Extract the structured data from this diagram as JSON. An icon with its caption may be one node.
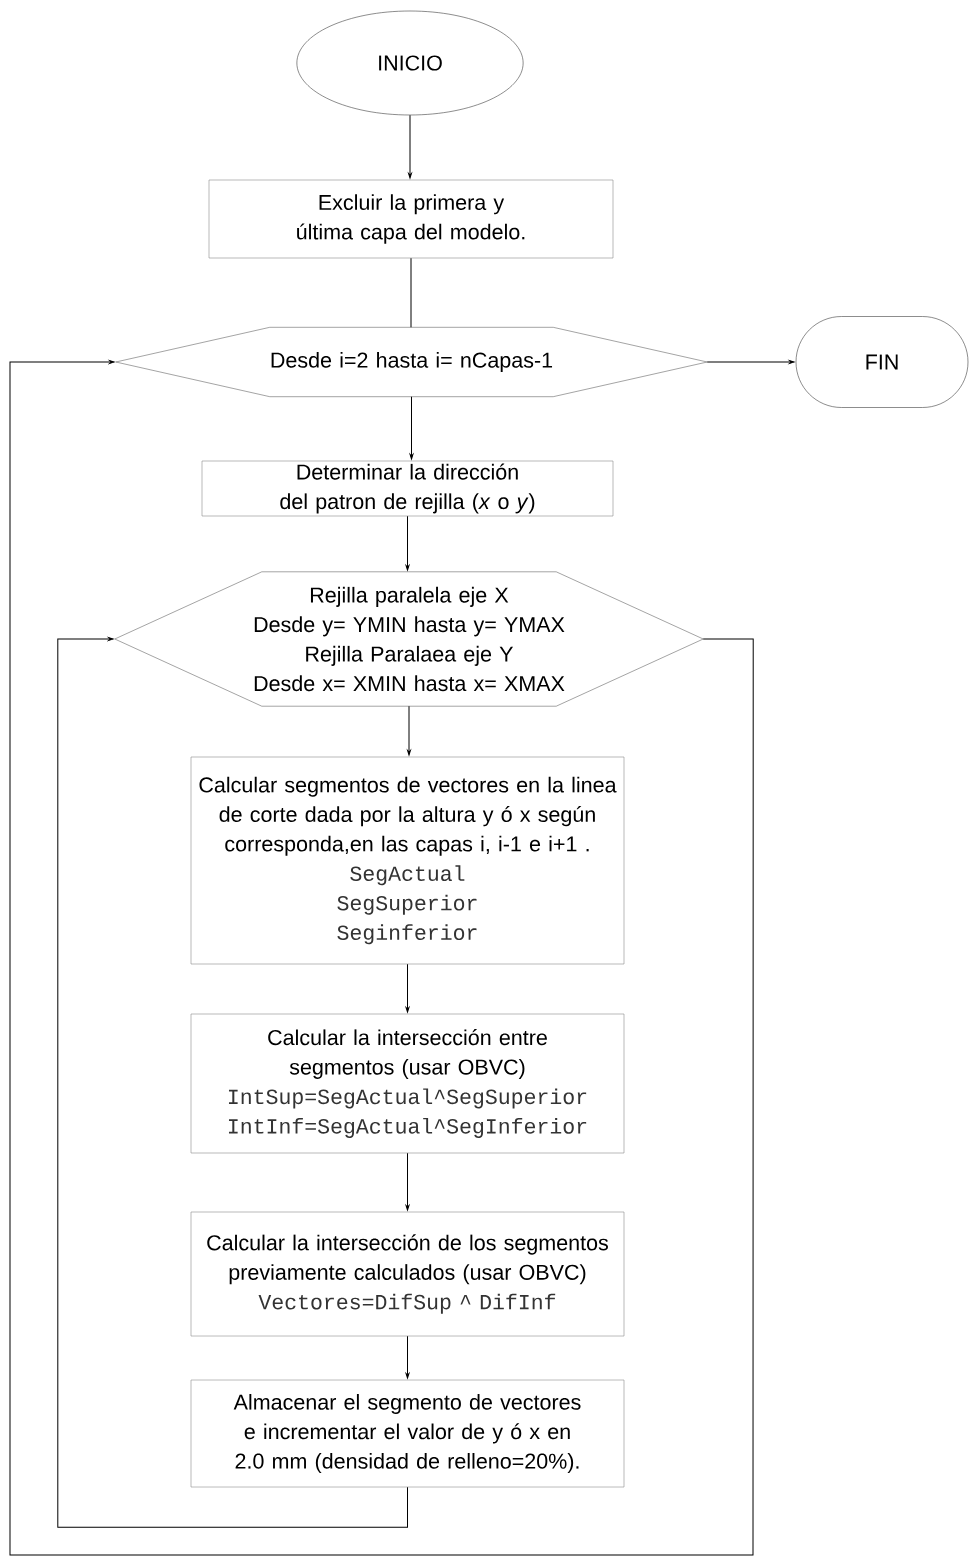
{
  "diagram": {
    "nodes": [
      {
        "text": [
          "INICIO"
        ]
      },
      {
        "text": [
          "Excluir la primera y última capa del modelo."
        ]
      },
      {
        "text": [
          "Desde i=2 hasta i= nCapas-1"
        ]
      },
      {
        "text": [
          "FIN"
        ]
      },
      {
        "text": [
          "Determinar la dirección del patron de rejilla (*x* o *y*)"
        ]
      },
      {
        "text": [
          "Rejilla paralela eje X",
          "Desde y= YMIN hasta y= YMAX",
          "Rejilla Paralaea eje Y",
          "Desde x= XMIN hasta x= XMAX"
        ]
      },
      {
        "text": [
          "Calcular segmentos de vectores en la linea de corte dada por la altura y ó x según corresponda,en las capas i, i-1 e i+1 .",
          "SegActual",
          "SegSuperior",
          "Seginferior"
        ]
      },
      {
        "text": [
          "Calcular la intersección entre segmentos (usar OBVC)",
          "IntSup=SegActual^SegSuperior",
          "IntInf=SegActual^SegInferior"
        ]
      },
      {
        "text": [
          "Calcular la intersección de los segmentos previamente calculados (usar OBVC)",
          "Vectores=DifSup ^ DifInf"
        ]
      },
      {
        "text": [
          "Almacenar el segmento de vectores e incrementar el valor de y ó x en 2.0 mm (densidad de relleno=20%)."
        ]
      }
    ],
    "edges": [
      {
        "from": 0,
        "to": 1,
        "arrow": "to"
      },
      {
        "from": 1,
        "to": 2,
        "arrow": "none"
      },
      {
        "from": 2,
        "to": 3,
        "arrow": "to"
      },
      {
        "from": 2,
        "to": 4,
        "arrow": "to"
      },
      {
        "from": 4,
        "to": 5,
        "arrow": "to"
      },
      {
        "from": 5,
        "to": 6,
        "arrow": "to"
      },
      {
        "from": 6,
        "to": 7,
        "arrow": "to"
      },
      {
        "from": 7,
        "to": 8,
        "arrow": "to"
      },
      {
        "from": 8,
        "to": 9,
        "arrow": "to"
      },
      {
        "from": 9,
        "to": 5,
        "arrow": "to"
      },
      {
        "from": 5,
        "to": 2,
        "arrow": "to"
      }
    ]
  }
}
